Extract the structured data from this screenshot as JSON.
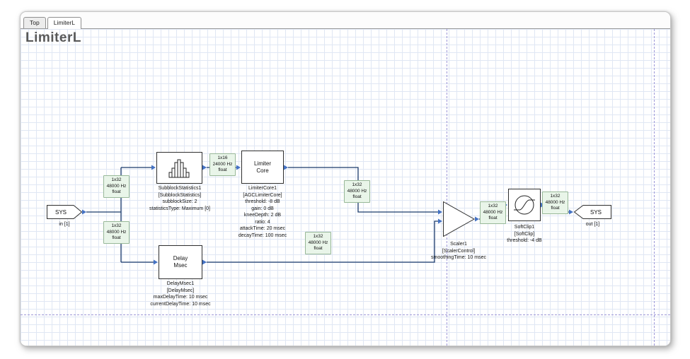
{
  "window": {
    "tabs": [
      {
        "label": "Top",
        "active": false
      },
      {
        "label": "LimiterL",
        "active": true
      }
    ]
  },
  "canvas": {
    "title": "LimiterL"
  },
  "blocks": {
    "sys_in": {
      "label": "SYS",
      "caption": "in [1]"
    },
    "subblock_statistics": {
      "icon": "histogram-icon",
      "caption_lines": [
        "SubblockStatistics1",
        "[SubblockStatistics]",
        "subblockSize: 2",
        "statisticsType: Maximum [0]"
      ]
    },
    "limiter_core": {
      "inner_lines": [
        "Limiter",
        "Core"
      ],
      "caption_lines": [
        "LimiterCore1",
        "[AGCLimiterCore]",
        "threshold: -8 dB",
        "gain: 0 dB",
        "kneeDepth: 2 dB",
        "ratio: 4",
        "attackTime: 20 msec",
        "decayTime: 100 msec"
      ]
    },
    "delay": {
      "inner_lines": [
        "Delay",
        "Msec"
      ],
      "caption_lines": [
        "DelayMsec1",
        "[DelayMsec]",
        "maxDelayTime: 10 msec",
        "currentDelayTime: 10 msec"
      ]
    },
    "scaler": {
      "caption_lines": [
        "Scaler1",
        "[ScalerControl]",
        "smoothingTime: 10 msec"
      ]
    },
    "softclip": {
      "icon": "softclip-icon",
      "caption_lines": [
        "SoftClip1",
        "[SoftClip]",
        "threshold: -4 dB"
      ]
    },
    "sys_out": {
      "label": "SYS",
      "caption": "out [1]"
    }
  },
  "pin_labels": [
    {
      "lines": [
        "1x32",
        "48000 Hz",
        "float"
      ]
    },
    {
      "lines": [
        "1x32",
        "48000 Hz",
        "float"
      ]
    },
    {
      "lines": [
        "1x16",
        "24000 Hz",
        "float"
      ]
    },
    {
      "lines": [
        "1x32",
        "48000 Hz",
        "float"
      ]
    },
    {
      "lines": [
        "1x32",
        "48000 Hz",
        "float"
      ]
    },
    {
      "lines": [
        "1x32",
        "48000 Hz",
        "float"
      ]
    },
    {
      "lines": [
        "1x32",
        "48000 Hz",
        "float"
      ]
    }
  ],
  "colors": {
    "wire": "#1b3a6b",
    "pin": "#4472c4",
    "pin_label_bg": "#e9f5e9",
    "pin_label_border": "#98b898",
    "grid": "#e0e7f4",
    "guide": "#9d97d8",
    "title_color": "#595959"
  }
}
